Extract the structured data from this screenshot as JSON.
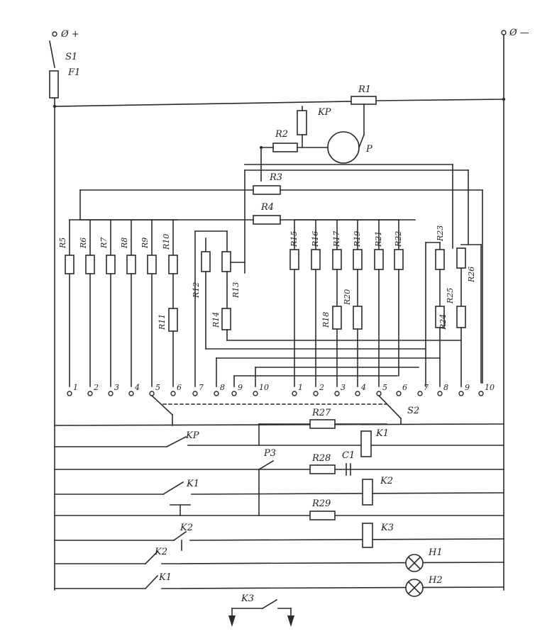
{
  "supply": {
    "plus": "Ø +",
    "minus": "Ø —",
    "switch": "S1",
    "fuse": "F1"
  },
  "resistors": {
    "R1": "R1",
    "R2": "R2",
    "R3": "R3",
    "R4": "R4",
    "R5": "R5",
    "R6": "R6",
    "R7": "R7",
    "R8": "R8",
    "R9": "R9",
    "R10": "R10",
    "R11": "R11",
    "R12": "R12",
    "R13": "R13",
    "R14": "R14",
    "R15": "R15",
    "R16": "R16",
    "R17": "R17",
    "R18": "R18",
    "R19": "R19",
    "R20": "R20",
    "R21": "R21",
    "R22": "R22",
    "R23": "R23",
    "R24": "R24",
    "R25": "R25",
    "R26": "R26",
    "R27": "R27",
    "R28": "R28",
    "R29": "R29"
  },
  "relays": {
    "KP": "KP",
    "K1": "K1",
    "K2": "K2",
    "K3": "K3"
  },
  "contacts": {
    "KP": "KP",
    "K1": "K1",
    "K2": "K2",
    "K2b": "K2",
    "K1b": "K1",
    "K3": "K3",
    "P3": "P3"
  },
  "meter": "P",
  "capacitor": "C1",
  "lamps": {
    "H1": "H1",
    "H2": "H2"
  },
  "selector": {
    "left": "",
    "right": "S2"
  },
  "terminals_left": [
    "1",
    "2",
    "3",
    "4",
    "5",
    "6",
    "7",
    "8",
    "9",
    "10"
  ],
  "terminals_right": [
    "1",
    "2",
    "3",
    "4",
    "5",
    "6",
    "7",
    "8",
    "9",
    "10"
  ]
}
